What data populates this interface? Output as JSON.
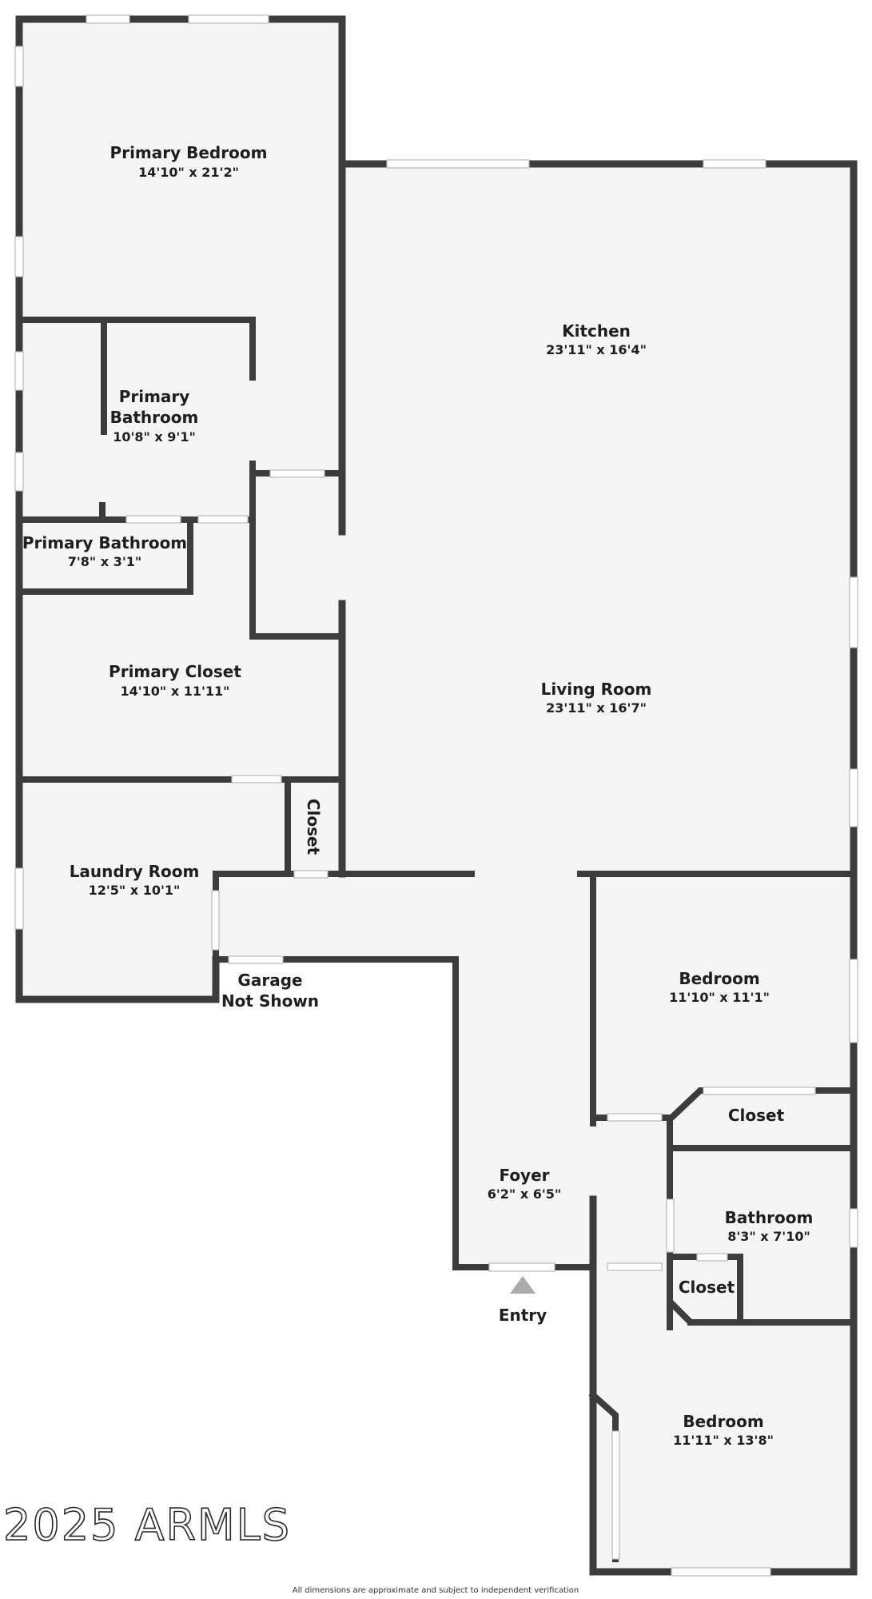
{
  "rooms": {
    "primary_bedroom": {
      "name": "Primary Bedroom",
      "dims": "14'10\" x 21'2\""
    },
    "kitchen": {
      "name": "Kitchen",
      "dims": "23'11\" x 16'4\""
    },
    "primary_bathroom_1": {
      "name_line1": "Primary",
      "name_line2": "Bathroom",
      "dims": "10'8\" x 9'1\""
    },
    "primary_bathroom_2": {
      "name": "Primary Bathroom",
      "dims": "7'8\" x 3'1\""
    },
    "primary_closet": {
      "name": "Primary Closet",
      "dims": "14'10\" x 11'11\""
    },
    "living_room": {
      "name": "Living Room",
      "dims": "23'11\" x 16'7\""
    },
    "closet_vertical": {
      "name": "Closet"
    },
    "laundry_room": {
      "name": "Laundry Room",
      "dims": "12'5\" x 10'1\""
    },
    "garage": {
      "name_line1": "Garage",
      "name_line2": "Not Shown"
    },
    "bedroom_1": {
      "name": "Bedroom",
      "dims": "11'10\" x 11'1\""
    },
    "closet_bedroom_1": {
      "name": "Closet"
    },
    "foyer": {
      "name": "Foyer",
      "dims": "6'2\" x 6'5\""
    },
    "bathroom": {
      "name": "Bathroom",
      "dims": "8'3\" x 7'10\""
    },
    "closet_small": {
      "name": "Closet"
    },
    "entry": {
      "name": "Entry"
    },
    "bedroom_2": {
      "name": "Bedroom",
      "dims": "11'11\" x 13'8\""
    }
  },
  "watermark": "2025 ARMLS",
  "footer": "All dimensions are approximate and subject to independent verification",
  "colors": {
    "wall": "#3c3c3c",
    "floor": "#f5f5f5",
    "background": "#ffffff",
    "entry_marker": "#aaaaaa"
  }
}
